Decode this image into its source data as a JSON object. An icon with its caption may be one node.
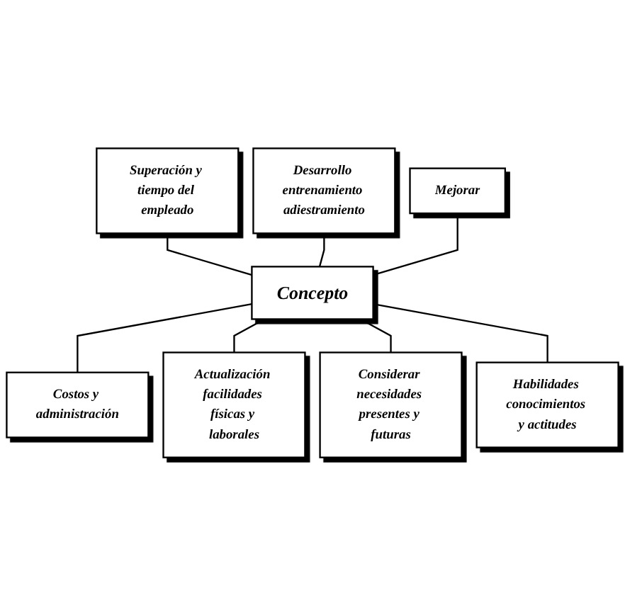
{
  "diagram": {
    "nodes": [
      {
        "text": [
          "Desarrollo entrenamiento adiestramiento"
        ]
      },
      {
        "text": [
          "Superación y tiempo del empleado"
        ]
      },
      {
        "text": [
          "Mejorar"
        ]
      },
      {
        "text": [
          "Concepto"
        ]
      },
      {
        "text": [
          "Costos y administración"
        ]
      },
      {
        "text": [
          "Habilidades conocimientos y actitudes"
        ]
      },
      {
        "text": [
          "Actualización facilidades físicas y laborales"
        ]
      },
      {
        "text": [
          "Considerar necesidades presentes y futuras"
        ]
      }
    ],
    "edges": [
      {
        "from": 1,
        "to": 3,
        "arrow": "none"
      },
      {
        "from": 0,
        "to": 3,
        "arrow": "none"
      },
      {
        "from": 2,
        "to": 3,
        "arrow": "none"
      },
      {
        "from": 3,
        "to": 4,
        "arrow": "none"
      },
      {
        "from": 3,
        "to": 6,
        "arrow": "none"
      },
      {
        "from": 3,
        "to": 7,
        "arrow": "none"
      },
      {
        "from": 3,
        "to": 5,
        "arrow": "none"
      }
    ]
  }
}
